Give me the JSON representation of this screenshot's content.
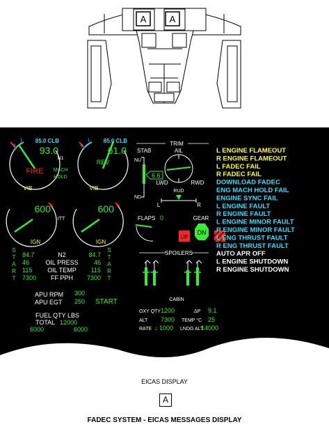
{
  "cockpit": {
    "box_left": "A",
    "box_right": "A"
  },
  "engines": {
    "n1_left": "93.0",
    "n1_right": "61.0",
    "n1_mode_left": "85.0 CLB",
    "n1_mode_right": "85.0 CLB",
    "n1_label": "N1",
    "fire": "FIRE",
    "rev": "REV",
    "mach_hold": [
      "MACH",
      "HOLD"
    ],
    "vib": "VIB",
    "itt_left": "600",
    "itt_right": "600",
    "itt_label": "ITT",
    "ign": "IGN",
    "start_letters": [
      "S",
      "T",
      "A",
      "R",
      "T"
    ],
    "n2_left": "84.7",
    "n2_right": "84.7",
    "n2_label": "N2",
    "oil_press_left": "46",
    "oil_press_right": "46",
    "oil_press_label": "OIL PRESS",
    "oil_temp_left": "115",
    "oil_temp_right": "115",
    "oil_temp_label": "OIL TEMP",
    "ff_left": "7300",
    "ff_right": "7300",
    "ff_label": "FF PPH"
  },
  "apu": {
    "rpm_label": "APU RPM",
    "rpm": "300",
    "egt_label": "APU EGT",
    "egt": "250",
    "status": "START"
  },
  "fuel": {
    "label": "FUEL QTY LBS",
    "total_label": "TOTAL",
    "total": "12000",
    "left": "6000",
    "right": "6000"
  },
  "trim": {
    "title": "TRIM",
    "stab": "STAB",
    "nu": "NU",
    "nd": "ND",
    "stab_value": "6.6",
    "ail": "AIL",
    "lwd": "LWD",
    "rwd": "RWD",
    "rud": "RUD",
    "l": "L",
    "r": "R"
  },
  "flaps": {
    "label": "FLAPS",
    "value": "0"
  },
  "gear": {
    "label": "GEAR",
    "up": "UP",
    "dn": "DN"
  },
  "spoilers": {
    "label": "SPOILERS"
  },
  "cabin": {
    "title": "CABIN",
    "oxy_label": "OXY QTY",
    "oxy": "1200",
    "dp_label": "ΔP",
    "dp": "9.1",
    "alt_label": "ALT",
    "alt": "7300",
    "temp_label": "TEMP °C",
    "temp": "25",
    "rate_label": "RATE",
    "rate": "↓ 1000",
    "lndg_label": "LNDG ALT",
    "lndg": "14000"
  },
  "messages": [
    {
      "text": "L ENGINE FLAMEOUT",
      "color": "#ffff33"
    },
    {
      "text": "R ENGINE FLAMEOUT",
      "color": "#ffff33"
    },
    {
      "text": "L FADEC FAIL",
      "color": "#ffff33"
    },
    {
      "text": "R FADEC FAIL",
      "color": "#ffff33"
    },
    {
      "text": "DOWNLOAD FADEC",
      "color": "#33ddff"
    },
    {
      "text": "ENG MACH HOLD FAIL",
      "color": "#33ddff"
    },
    {
      "text": "ENGINE SYNC FAIL",
      "color": "#33ddff"
    },
    {
      "text": "L ENGINE FAULT",
      "color": "#33ddff"
    },
    {
      "text": "R ENGINE FAULT",
      "color": "#33ddff"
    },
    {
      "text": "L ENGINE MINOR FAULT",
      "color": "#33ddff"
    },
    {
      "text": "R ENGINE MINOR FAULT",
      "color": "#33ddff"
    },
    {
      "text": "L ENG THRUST FAULT",
      "color": "#33ddff"
    },
    {
      "text": "R ENG THRUST FAULT",
      "color": "#33ddff"
    },
    {
      "text": "AUTO APR OFF",
      "color": "#ffffff"
    },
    {
      "text": "L ENGINE SHUTDOWN",
      "color": "#ffffff"
    },
    {
      "text": "R ENGINE SHUTDOWN",
      "color": "#ffffff"
    }
  ],
  "footer": {
    "display_label": "EICAS DISPLAY",
    "box": "A",
    "title": "FADEC SYSTEM - EICAS MESSAGES DISPLAY"
  },
  "colors": {
    "green": "#33ee33",
    "cyan": "#33ddff",
    "yellow": "#ffff33",
    "red": "#ff2222",
    "white": "#ffffff",
    "screen": "#000000"
  }
}
